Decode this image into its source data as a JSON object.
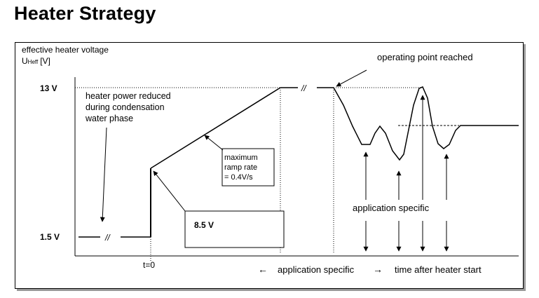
{
  "title": "Heater Strategy",
  "y_axis": {
    "label": "effective heater voltage",
    "unit_symbol": "U",
    "unit_subscript": "Heff",
    "unit_bracket": "[V]"
  },
  "levels": {
    "high": "13 V",
    "low": "1.5 V",
    "mid": "8.5 V"
  },
  "notes": {
    "condensation_line1": "heater power reduced",
    "condensation_line2": "during condensation",
    "condensation_line3": "water phase",
    "ramp_line1": "maximum",
    "ramp_line2": "ramp rate",
    "ramp_line3": "= 0.4V/s",
    "operating_point": "operating point reached",
    "app_specific_center": "application specific"
  },
  "break_marks": {
    "low": "//",
    "high": "//"
  },
  "x_axis": {
    "t0": "t=0",
    "left_arrow": "←",
    "app_specific": "application specific",
    "right_arrow": "→",
    "label": "time after heater start"
  }
}
